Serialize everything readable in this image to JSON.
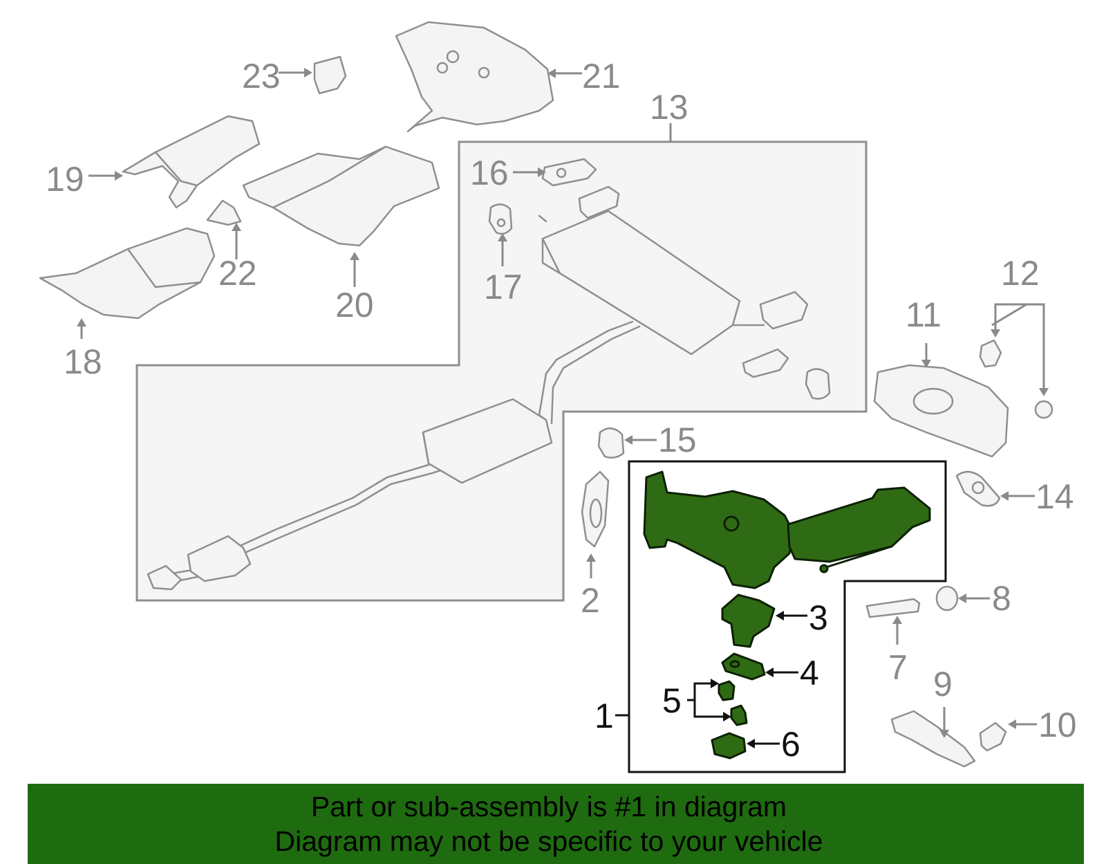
{
  "banner": {
    "line1": "Part or sub-assembly is #1 in diagram",
    "line2": "Diagram may not be specific to your vehicle",
    "color": "#1f6b10"
  },
  "colors": {
    "highlight_part": "#2f6b14",
    "outline_gray": "#8f8f8f",
    "label_gray": "#8a8a8a",
    "label_dark": "#111111"
  },
  "callouts": {
    "c1": "1",
    "c2": "2",
    "c3": "3",
    "c4": "4",
    "c5": "5",
    "c6": "6",
    "c7": "7",
    "c8": "8",
    "c9": "9",
    "c10": "10",
    "c11": "11",
    "c12": "12",
    "c13": "13",
    "c14": "14",
    "c15": "15",
    "c16": "16",
    "c17": "17",
    "c18": "18",
    "c19": "19",
    "c20": "20",
    "c21": "21",
    "c22": "22",
    "c23": "23"
  }
}
